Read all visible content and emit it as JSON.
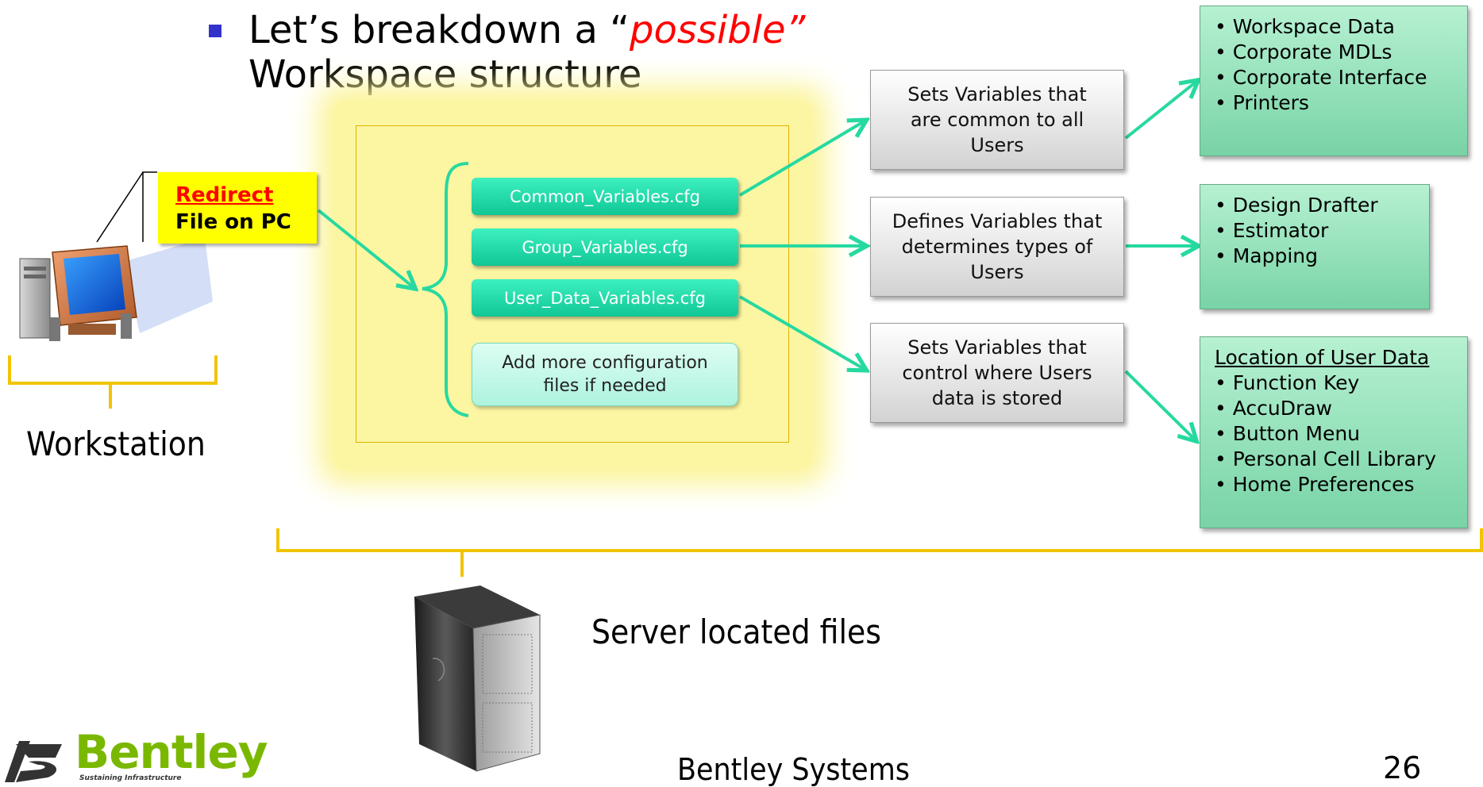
{
  "title": {
    "bullet_prefix": "Let’s breakdown a “",
    "emphasis": "possible”",
    "line2": "Workspace structure"
  },
  "redirect": {
    "line1": "Redirect",
    "line2": "File on PC"
  },
  "workstation_label": "Workstation",
  "config_files": [
    "Common_Variables.cfg",
    "Group_Variables.cfg",
    "User_Data_Variables.cfg"
  ],
  "add_more": "Add more configuration files if needed",
  "descriptions": [
    "Sets Variables that are common to all Users",
    "Defines Variables that determines types of Users",
    "Sets Variables that control where Users data is stored"
  ],
  "group1": [
    "• Workspace Data",
    "• Corporate MDLs",
    "• Corporate Interface",
    "• Printers"
  ],
  "group2": [
    "• Design Drafter",
    "• Estimator",
    "• Mapping"
  ],
  "group3": {
    "heading": "Location of User Data",
    "items": [
      "• Function Key",
      "• AccuDraw",
      "• Button Menu",
      "• Personal Cell Library",
      "• Home Preferences"
    ]
  },
  "server_label": "Server located files",
  "logo": {
    "name": "Bentley",
    "tagline": "Sustaining Infrastructure"
  },
  "footer": "Bentley Systems",
  "page_number": "26",
  "colors": {
    "arrow": "#26d9a0",
    "bracket": "#f1c400",
    "bullet": "#3333cc",
    "logo_green": "#7ab800"
  }
}
